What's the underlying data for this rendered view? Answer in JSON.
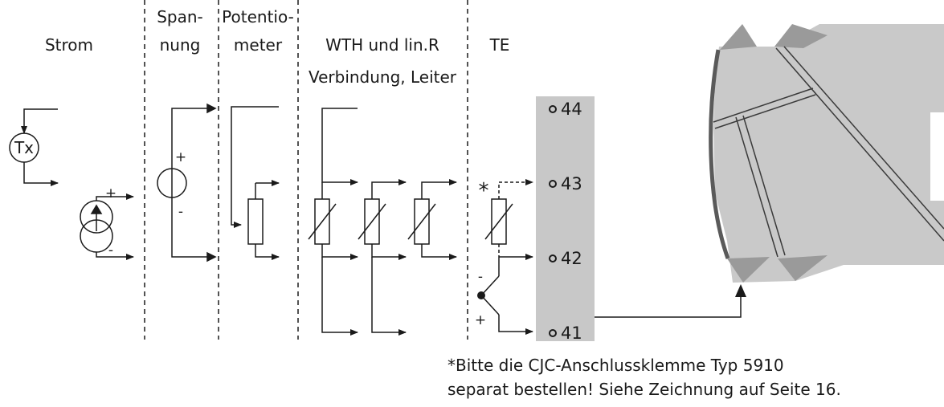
{
  "columns": {
    "strom": "Strom",
    "spannung_1": "Span-",
    "spannung_2": "nung",
    "potentiometer_1": "Potentio-",
    "potentiometer_2": "meter",
    "wth_1": "WTH und lin.R",
    "wth_2": "Verbindung, Leiter",
    "te": "TE"
  },
  "symbols": {
    "transmitter": "Tx",
    "plus": "+",
    "minus": "-",
    "star": "*"
  },
  "terminals": [
    "44",
    "43",
    "42",
    "41"
  ],
  "footnote": {
    "line1": "*Bitte die CJC-Anschlussklemme Typ 5910",
    "line2": "separat bestellen! Siehe Zeichnung auf Seite 16."
  },
  "colors": {
    "line": "#1a1a1a",
    "terminal_block": "#c8c8c8",
    "device_light": "#c9c9c9",
    "device_mid": "#9a9a9a",
    "device_dark": "#5a5a5a"
  }
}
